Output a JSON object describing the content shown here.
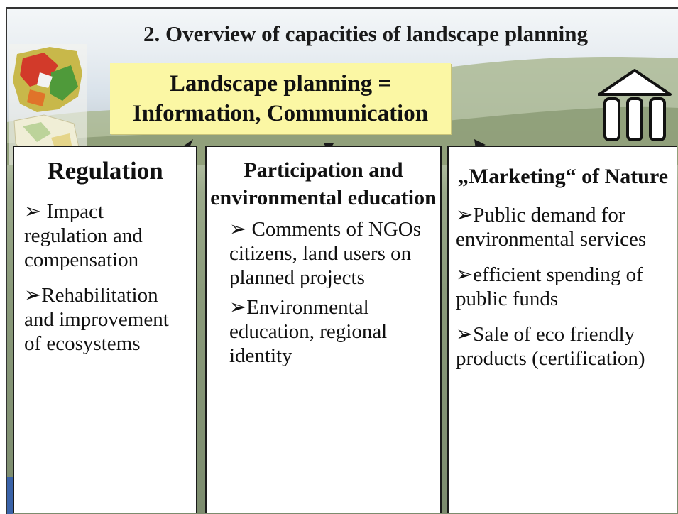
{
  "title": "2. Overview of capacities of landscape planning",
  "banner": {
    "line1": "Landscape planning =",
    "line2": "Information, Communication"
  },
  "columns": [
    {
      "heading": "Regulation",
      "bullets": [
        "➢ Impact regulation and compensation",
        "➢Rehabilitation and improvement of ecosystems"
      ]
    },
    {
      "heading": "Participation and environmental education",
      "bullets": [
        "➢ Comments of NGOs citizens, land users on planned projects",
        "➢Environmental education, regional identity"
      ]
    },
    {
      "heading": "„Marketing“ of Nature",
      "bullets": [
        "➢Public demand for environmental services",
        "➢efficient spending of public funds",
        "➢Sale of eco friendly products (certification)"
      ]
    }
  ],
  "colors": {
    "banner_bg": "#fbf7a4",
    "box_border": "#1a1a1a",
    "side_strip": "#3a63a8"
  },
  "icons": [
    "map-thumbnail-icon",
    "temple-icon"
  ]
}
